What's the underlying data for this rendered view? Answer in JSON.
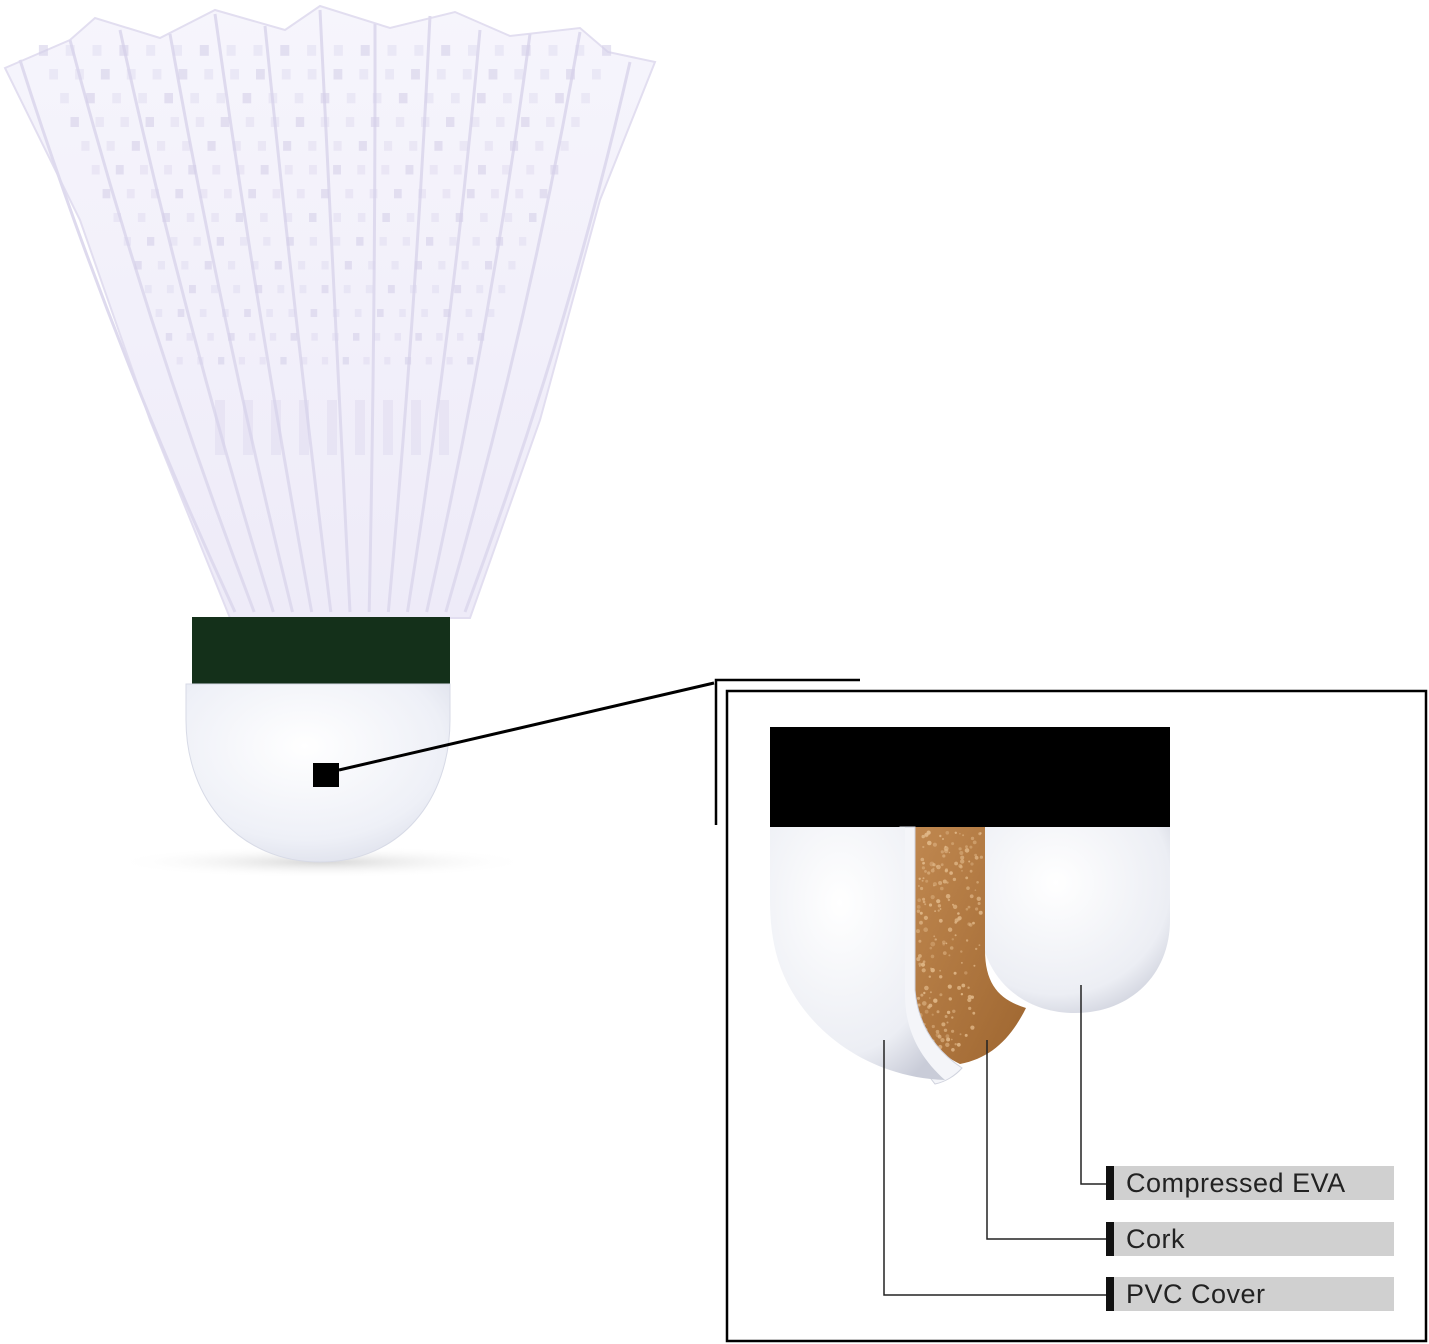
{
  "diagram": {
    "subject": "shuttlecock-cross-section",
    "labels": [
      {
        "id": "eva",
        "text": "Compressed EVA"
      },
      {
        "id": "cork",
        "text": "Cork"
      },
      {
        "id": "pvc",
        "text": "PVC Cover"
      }
    ],
    "colors": {
      "skirt": "#f3f2fb",
      "skirt_rib": "#e4e1f2",
      "skirt_hole": "#cfc8e6",
      "band": "#14301a",
      "base": "#eef0f7",
      "cork": "#b4783f",
      "outline": "#000000",
      "label_bg": "#d0d0d0"
    }
  }
}
